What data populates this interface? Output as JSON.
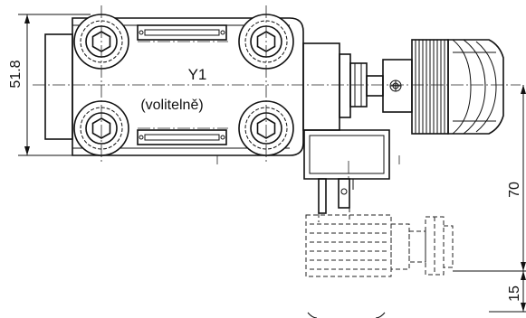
{
  "labels": {
    "dim_height": "51.8",
    "coil_name": "Y1",
    "coil_note": "(volitelně)",
    "dim_70": "70",
    "dim_15": "15"
  }
}
